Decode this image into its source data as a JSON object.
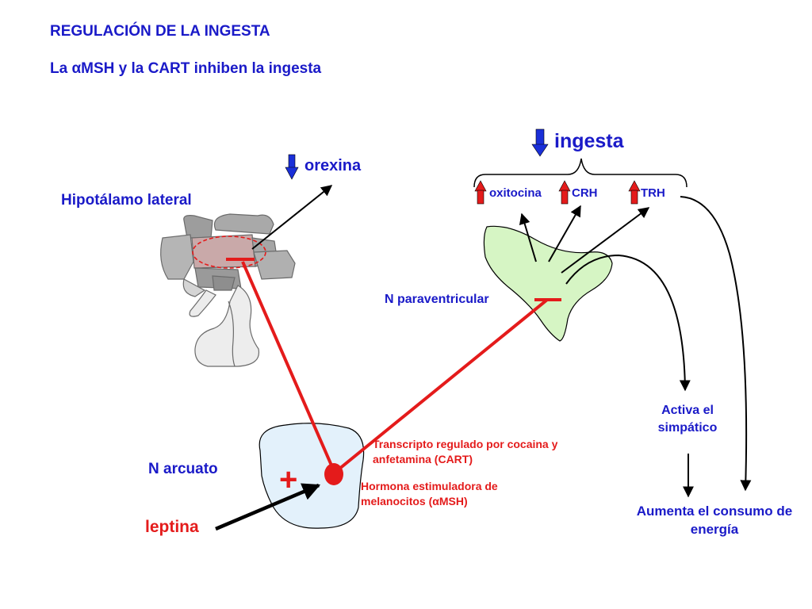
{
  "title": "REGULACIÓN DE LA INGESTA",
  "subtitle": "La αMSH y la CART inhiben la ingesta",
  "labels": {
    "orexina": "orexina",
    "hipotalamo_lateral": "Hipotálamo lateral",
    "ingesta": "ingesta",
    "oxitocina": "oxitocina",
    "crh": "CRH",
    "trh": "TRH",
    "n_paraventricular": "N paraventricular",
    "activa_simpatico": "Activa el simpático",
    "aumenta_consumo": "Aumenta el consumo de energía",
    "n_arcuato": "N arcuato",
    "leptina": "leptina",
    "cart": "Transcripto regulado por cocaina y anfetamina (CART)",
    "msh": "Hormona estimuladora de melanocitos (αMSH)",
    "plus": "+"
  },
  "colors": {
    "title_blue": "#1a1ac8",
    "inhibition_red": "#e41b1b",
    "arrow_down_blue": "#1a2fd8",
    "arrow_up_red": "#e41b1b",
    "pvn_fill": "#d6f5c4",
    "arcuate_fill": "#e3f1fb",
    "brain_gray": "#b8b8b8"
  },
  "icons": {
    "orexina_arrow": "arrow-down-icon",
    "ingesta_arrow": "arrow-down-icon",
    "oxitocina_arrow": "arrow-up-icon",
    "crh_arrow": "arrow-up-icon",
    "trh_arrow": "arrow-up-icon"
  }
}
